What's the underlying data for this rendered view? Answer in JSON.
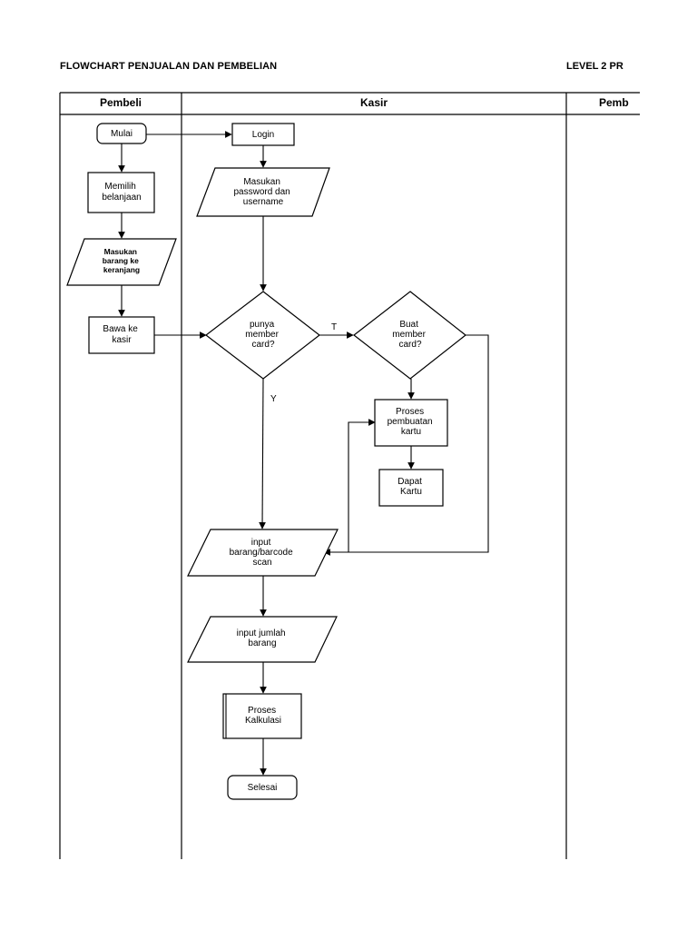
{
  "header": {
    "title": "FLOWCHART PENJUALAN DAN PEMBELIAN",
    "level": "LEVEL 2 PR"
  },
  "lanes": [
    {
      "id": "pembeli",
      "label": "Pembeli"
    },
    {
      "id": "kasir",
      "label": "Kasir"
    },
    {
      "id": "pemb",
      "label": "Pemb"
    }
  ],
  "nodes": {
    "mulai": {
      "shape": "terminator",
      "lines": [
        "Mulai"
      ]
    },
    "memilih": {
      "shape": "process",
      "lines": [
        "Memilih",
        "belanjaan"
      ]
    },
    "masukan_barang": {
      "shape": "data",
      "lines": [
        "Masukan",
        "barang ke",
        "keranjang"
      ]
    },
    "bawa": {
      "shape": "process",
      "lines": [
        "Bawa ke",
        "kasir"
      ]
    },
    "login": {
      "shape": "process",
      "lines": [
        "Login"
      ]
    },
    "masukan_password": {
      "shape": "data",
      "lines": [
        "Masukan",
        "password dan",
        "username"
      ]
    },
    "punya_member": {
      "shape": "decision",
      "lines": [
        "punya",
        "member",
        "card?"
      ]
    },
    "buat_member": {
      "shape": "decision",
      "lines": [
        "Buat",
        "member",
        "card?"
      ]
    },
    "proses_pembuatan": {
      "shape": "process",
      "lines": [
        "Proses",
        "pembuatan",
        "kartu"
      ]
    },
    "dapat_kartu": {
      "shape": "process",
      "lines": [
        "Dapat",
        "Kartu"
      ]
    },
    "input_barang": {
      "shape": "data",
      "lines": [
        "input",
        "barang/barcode",
        "scan"
      ]
    },
    "input_jumlah": {
      "shape": "data",
      "lines": [
        "input jumlah",
        "barang"
      ]
    },
    "proses_kalkulasi": {
      "shape": "predefined",
      "lines": [
        "Proses",
        "Kalkulasi"
      ]
    },
    "selesai": {
      "shape": "terminator",
      "lines": [
        "Selesai"
      ]
    }
  },
  "edges": [
    {
      "from": "mulai",
      "to": "memilih"
    },
    {
      "from": "memilih",
      "to": "masukan_barang"
    },
    {
      "from": "masukan_barang",
      "to": "bawa"
    },
    {
      "from": "mulai",
      "to": "login"
    },
    {
      "from": "login",
      "to": "masukan_password"
    },
    {
      "from": "masukan_password",
      "to": "punya_member"
    },
    {
      "from": "bawa",
      "to": "punya_member"
    },
    {
      "from": "punya_member",
      "to": "buat_member",
      "label": "T"
    },
    {
      "from": "punya_member",
      "to": "input_barang",
      "label": "Y"
    },
    {
      "from": "buat_member",
      "to": "proses_pembuatan"
    },
    {
      "from": "proses_pembuatan",
      "to": "dapat_kartu"
    },
    {
      "from": "buat_member",
      "to": "input_barang"
    },
    {
      "from": "input_barang",
      "to": "proses_pembuatan"
    },
    {
      "from": "input_barang",
      "to": "input_jumlah"
    },
    {
      "from": "input_jumlah",
      "to": "proses_kalkulasi"
    },
    {
      "from": "proses_kalkulasi",
      "to": "selesai"
    }
  ]
}
